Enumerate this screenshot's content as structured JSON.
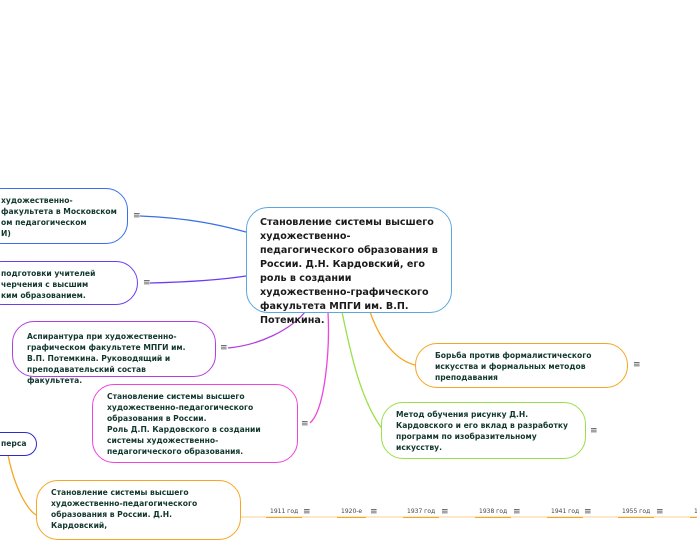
{
  "center": {
    "text": "Становление системы высшего художественно-педагогического образования в России. Д.Н. Кардовский, его роль в создании художественно-графического факультета МПГИ им. В.П. Потемкина."
  },
  "nodes": [
    {
      "text": "художественно-\nфакультета в Московском\nом педагогическом\nИ)"
    },
    {
      "text": "подготовки учителей\nчерчения с высшим\nким образованием."
    },
    {
      "text": "Аспирантура при художественно-графическом факультете МПГИ им. В.П. Потемкина. Руководящий и преподавательский состав факультета."
    },
    {
      "text": "Становление системы высшего художественно-педагогического образования в России.\nРоль Д.П. Кардовского  в создании системы художественно-педагогического образования."
    },
    {
      "text": "перса"
    },
    {
      "text": "Становление системы высшего художественно-педагогического образования в России. Д.Н. Кардовский,"
    },
    {
      "text": "Борьба против формалистического искусства и формальных методов преподавания"
    },
    {
      "text": "Метод обучения рисунку Д.Н. Кардовского и его вклад в разработку программ по изобразительному искусству."
    }
  ],
  "menu_icon": "≡",
  "timeline": [
    "1911 год",
    "1920-е",
    "1937 год",
    "1938 год",
    "1941 год",
    "1955 год",
    "1"
  ],
  "colors": {
    "center": "#5ba8e0",
    "blue": "#3a6fe8",
    "violet": "#6c3cf0",
    "purple": "#b040e0",
    "pink": "#ee44dd",
    "navy": "#2b2bd0",
    "orange": "#f5a623",
    "green": "#99e04a"
  }
}
